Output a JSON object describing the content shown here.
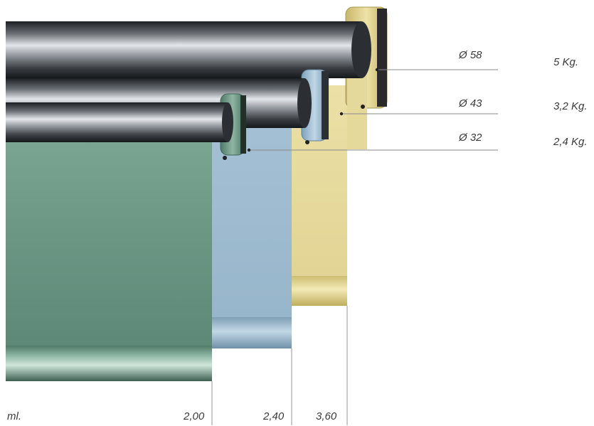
{
  "rollers": [
    {
      "diameter": "Ø 58",
      "weight": "5 Kg.",
      "length": "3,60",
      "fabric_color": "#e8dba0",
      "bracket_color": "#e8dba0"
    },
    {
      "diameter": "Ø 43",
      "weight": "3,2 Kg.",
      "length": "2,40",
      "fabric_color": "#a9c5d8",
      "bracket_color": "#8fb3cc"
    },
    {
      "diameter": "Ø 32",
      "weight": "2,4 Kg.",
      "length": "2,00",
      "fabric_color": "#6f9c8a",
      "bracket_color": "#6a9582"
    }
  ],
  "axis": {
    "unit_label": "ml."
  }
}
